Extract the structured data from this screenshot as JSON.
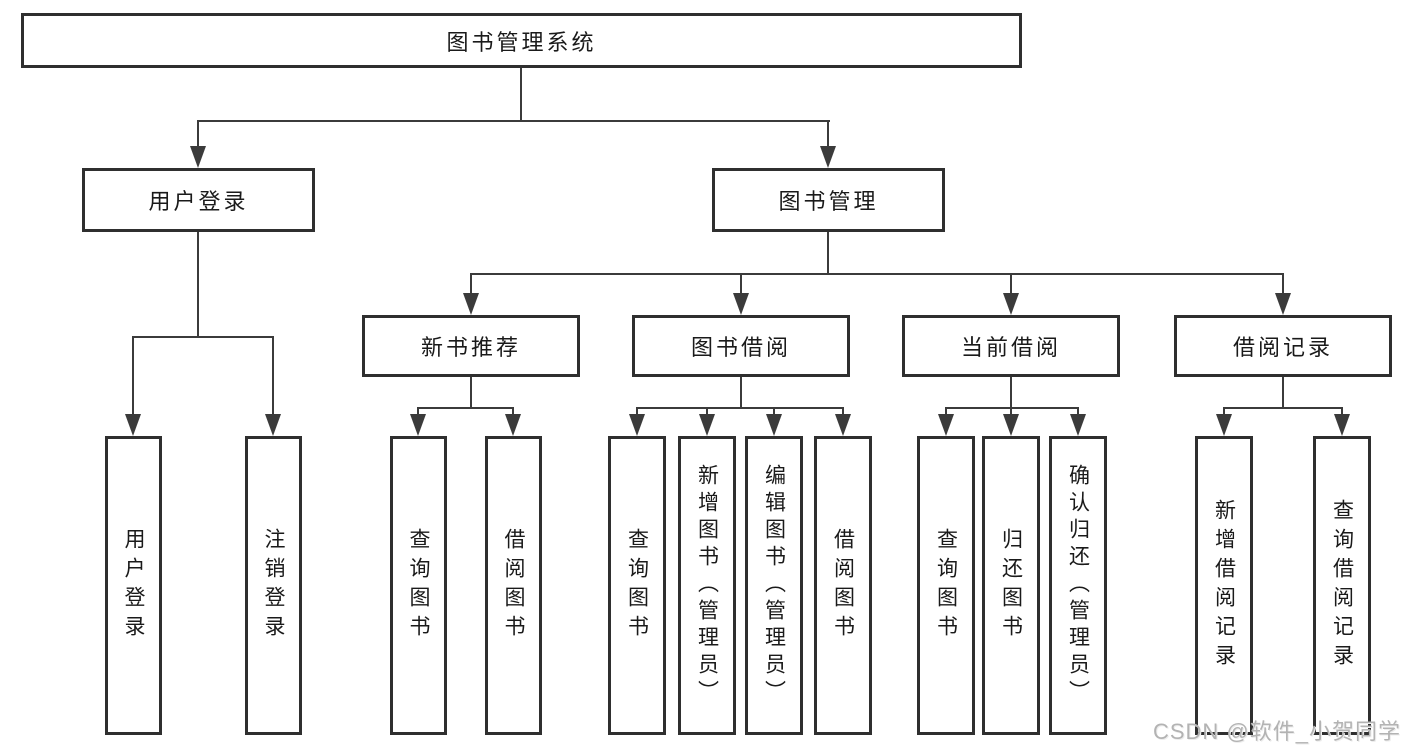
{
  "title": "图书管理系统",
  "nodes": {
    "user_login": "用户登录",
    "book_management": "图书管理",
    "new_book_recommend": "新书推荐",
    "book_borrowing": "图书借阅",
    "current_borrowing": "当前借阅",
    "borrowing_records": "借阅记录",
    "leaf_user_login": "用户登录",
    "leaf_logout": "注销登录",
    "leaf_nb_query_books": "查询图书",
    "leaf_nb_borrow_books": "借阅图书",
    "leaf_bb_query_books": "查询图书",
    "leaf_bb_add_books": "新增图书（管理员）",
    "leaf_bb_edit_books": "编辑图书（管理员）",
    "leaf_bb_borrow_books": "借阅图书",
    "leaf_cb_query_books": "查询图书",
    "leaf_cb_return_books": "归还图书",
    "leaf_cb_confirm_return": "确认归还（管理员）",
    "leaf_br_add_record": "新增借阅记录",
    "leaf_br_query_record": "查询借阅记录"
  },
  "watermark": "CSDN @软件_小贺同学",
  "colors": {
    "line": "#3b3b3b",
    "box_border": "#2f2f2f",
    "text": "#1a1a1a",
    "watermark": "#b3b3b3",
    "background": "#ffffff"
  }
}
